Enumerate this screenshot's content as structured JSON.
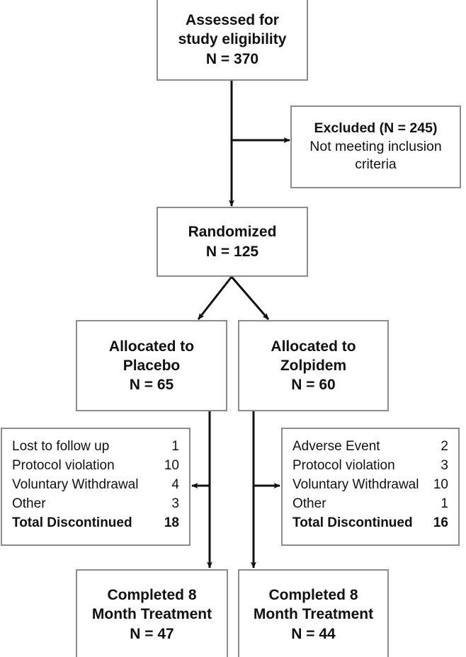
{
  "diagram": {
    "title": "CONSORT participant flow diagram",
    "line_color": "#111111",
    "box_border_color": "#8c8c8c",
    "background": "#ffffff"
  },
  "nodes": {
    "assessed": {
      "line1": "Assessed for",
      "line2": "study eligibility",
      "line3": "N = 370"
    },
    "excluded": {
      "line1": "Excluded (N = 245)",
      "line2": "Not meeting inclusion criteria"
    },
    "randomized": {
      "line1": "Randomized",
      "line2": "N = 125"
    },
    "alloc_placebo": {
      "line1": "Allocated to",
      "line2": "Placebo",
      "line3": "N = 65"
    },
    "alloc_zolpidem": {
      "line1": "Allocated to",
      "line2": "Zolpidem",
      "line3": "N = 60"
    },
    "disc_placebo": {
      "rows": [
        {
          "label": "Lost to follow up",
          "value": "1"
        },
        {
          "label": "Protocol violation",
          "value": "10"
        },
        {
          "label": "Voluntary Withdrawal",
          "value": "4"
        },
        {
          "label": "Other",
          "value": "3"
        },
        {
          "label": "Total Discontinued",
          "value": "18"
        }
      ]
    },
    "disc_zolpidem": {
      "rows": [
        {
          "label": "Adverse Event",
          "value": "2"
        },
        {
          "label": "Protocol violation",
          "value": "3"
        },
        {
          "label": "Voluntary Withdrawal",
          "value": "10"
        },
        {
          "label": "Other",
          "value": "1"
        },
        {
          "label": "Total Discontinued",
          "value": "16"
        }
      ]
    },
    "completed_placebo": {
      "line1": "Completed 8",
      "line2": "Month Treatment",
      "line3": "N = 47"
    },
    "completed_zolpidem": {
      "line1": "Completed 8",
      "line2": "Month Treatment",
      "line3": "N = 44"
    }
  }
}
